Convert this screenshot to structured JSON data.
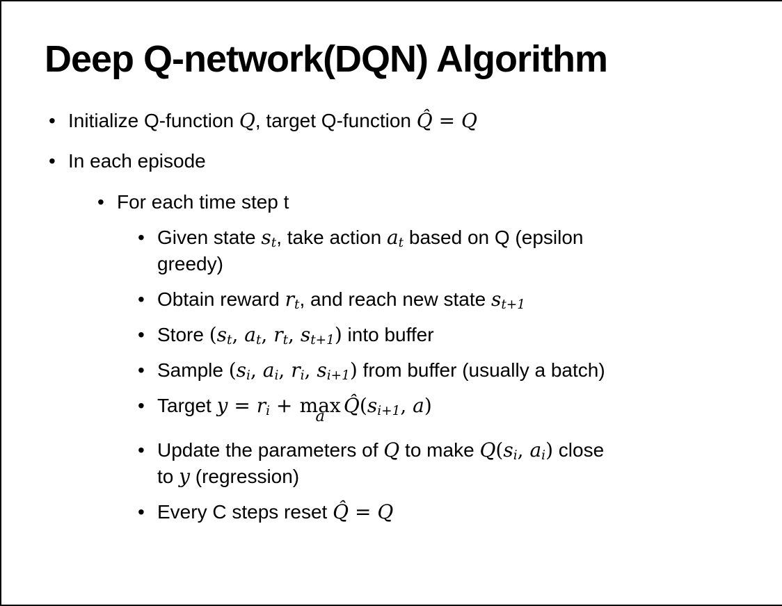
{
  "slide": {
    "title": "Deep Q-network(DQN) Algorithm",
    "bullets": [
      {
        "level": 1,
        "segments": [
          {
            "t": "Initialize Q-function "
          },
          {
            "m": "Q"
          },
          {
            "t": ", target Q-function "
          },
          {
            "hat": "Q"
          },
          {
            "mp": " = "
          },
          {
            "m": "Q"
          }
        ]
      },
      {
        "level": 1,
        "segments": [
          {
            "t": "In each episode"
          }
        ]
      },
      {
        "level": 2,
        "segments": [
          {
            "t": "For each time step t"
          }
        ]
      },
      {
        "level": 3,
        "segments": [
          {
            "t": "Given state "
          },
          {
            "m": "s",
            "sub": "t"
          },
          {
            "t": ", take action "
          },
          {
            "m": "a",
            "sub": "t"
          },
          {
            "t": " based on Q (epsilon"
          },
          {
            "br": true
          },
          {
            "t": "greedy)"
          }
        ]
      },
      {
        "level": 3,
        "segments": [
          {
            "t": "Obtain reward "
          },
          {
            "m": "r",
            "sub": "t"
          },
          {
            "t": ", and reach new state "
          },
          {
            "m": "s",
            "sub": "t+1"
          }
        ]
      },
      {
        "level": 3,
        "segments": [
          {
            "t": "Store "
          },
          {
            "mp": "("
          },
          {
            "m": "s",
            "sub": "t"
          },
          {
            "mp": ", "
          },
          {
            "m": "a",
            "sub": "t"
          },
          {
            "mp": ", "
          },
          {
            "m": "r",
            "sub": "t"
          },
          {
            "mp": ", "
          },
          {
            "m": "s",
            "sub": "t+1"
          },
          {
            "mp": ")"
          },
          {
            "t": " into buffer"
          }
        ]
      },
      {
        "level": 3,
        "segments": [
          {
            "t": "Sample "
          },
          {
            "mp": "("
          },
          {
            "m": "s",
            "sub": "i"
          },
          {
            "mp": ", "
          },
          {
            "m": "a",
            "sub": "i"
          },
          {
            "mp": ", "
          },
          {
            "m": "r",
            "sub": "i"
          },
          {
            "mp": ", "
          },
          {
            "m": "s",
            "sub": "i+1"
          },
          {
            "mp": ")"
          },
          {
            "t": " from buffer (usually a batch)"
          }
        ]
      },
      {
        "level": 3,
        "extra_space": true,
        "segments": [
          {
            "t": "Target "
          },
          {
            "m": "y"
          },
          {
            "mp": " = "
          },
          {
            "m": "r",
            "sub": "i"
          },
          {
            "mp": " + "
          },
          {
            "max": {
              "top": "max",
              "under": "a"
            }
          },
          {
            "hat": "Q"
          },
          {
            "mp": "("
          },
          {
            "m": "s",
            "sub": "i+1"
          },
          {
            "mp": ", "
          },
          {
            "m": "a"
          },
          {
            "mp": ")"
          }
        ]
      },
      {
        "level": 3,
        "segments": [
          {
            "t": "Update the parameters of "
          },
          {
            "m": "Q"
          },
          {
            "t": " to make "
          },
          {
            "m": "Q"
          },
          {
            "mp": "("
          },
          {
            "m": "s",
            "sub": "i"
          },
          {
            "mp": ", "
          },
          {
            "m": "a",
            "sub": "i"
          },
          {
            "mp": ")"
          },
          {
            "t": " close"
          },
          {
            "br": true
          },
          {
            "t": "to "
          },
          {
            "m": "y"
          },
          {
            "t": " (regression)"
          }
        ]
      },
      {
        "level": 3,
        "segments": [
          {
            "t": "Every C steps reset "
          },
          {
            "hat": "Q"
          },
          {
            "mp": " = "
          },
          {
            "m": "Q"
          }
        ]
      }
    ]
  }
}
